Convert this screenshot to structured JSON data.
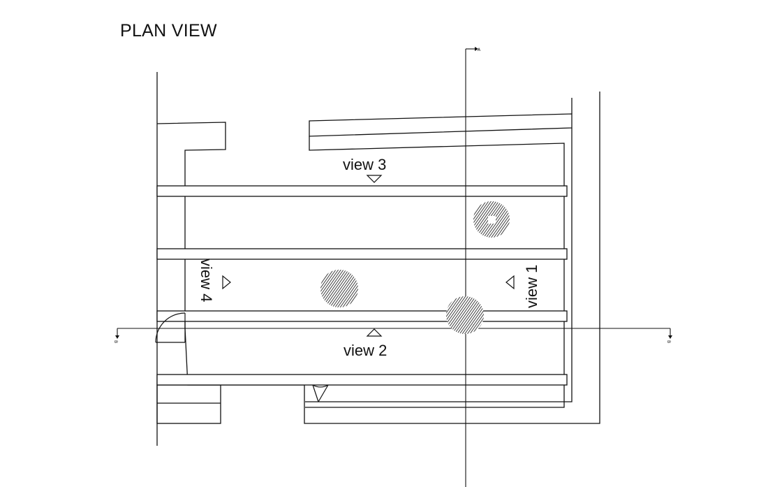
{
  "title": "PLAN VIEW",
  "section_markers": {
    "a": "A",
    "b_left": "B",
    "b_right": "B"
  },
  "views": {
    "view1": "view 1",
    "view2": "view 2",
    "view3": "view 3",
    "view4": "view 4"
  },
  "colors": {
    "line": "#111111",
    "background": "#ffffff"
  },
  "symbols": {
    "tree": "tree-canopy-icon",
    "view_marker": "triangle-view-marker-icon",
    "door": "door-swing-icon"
  }
}
